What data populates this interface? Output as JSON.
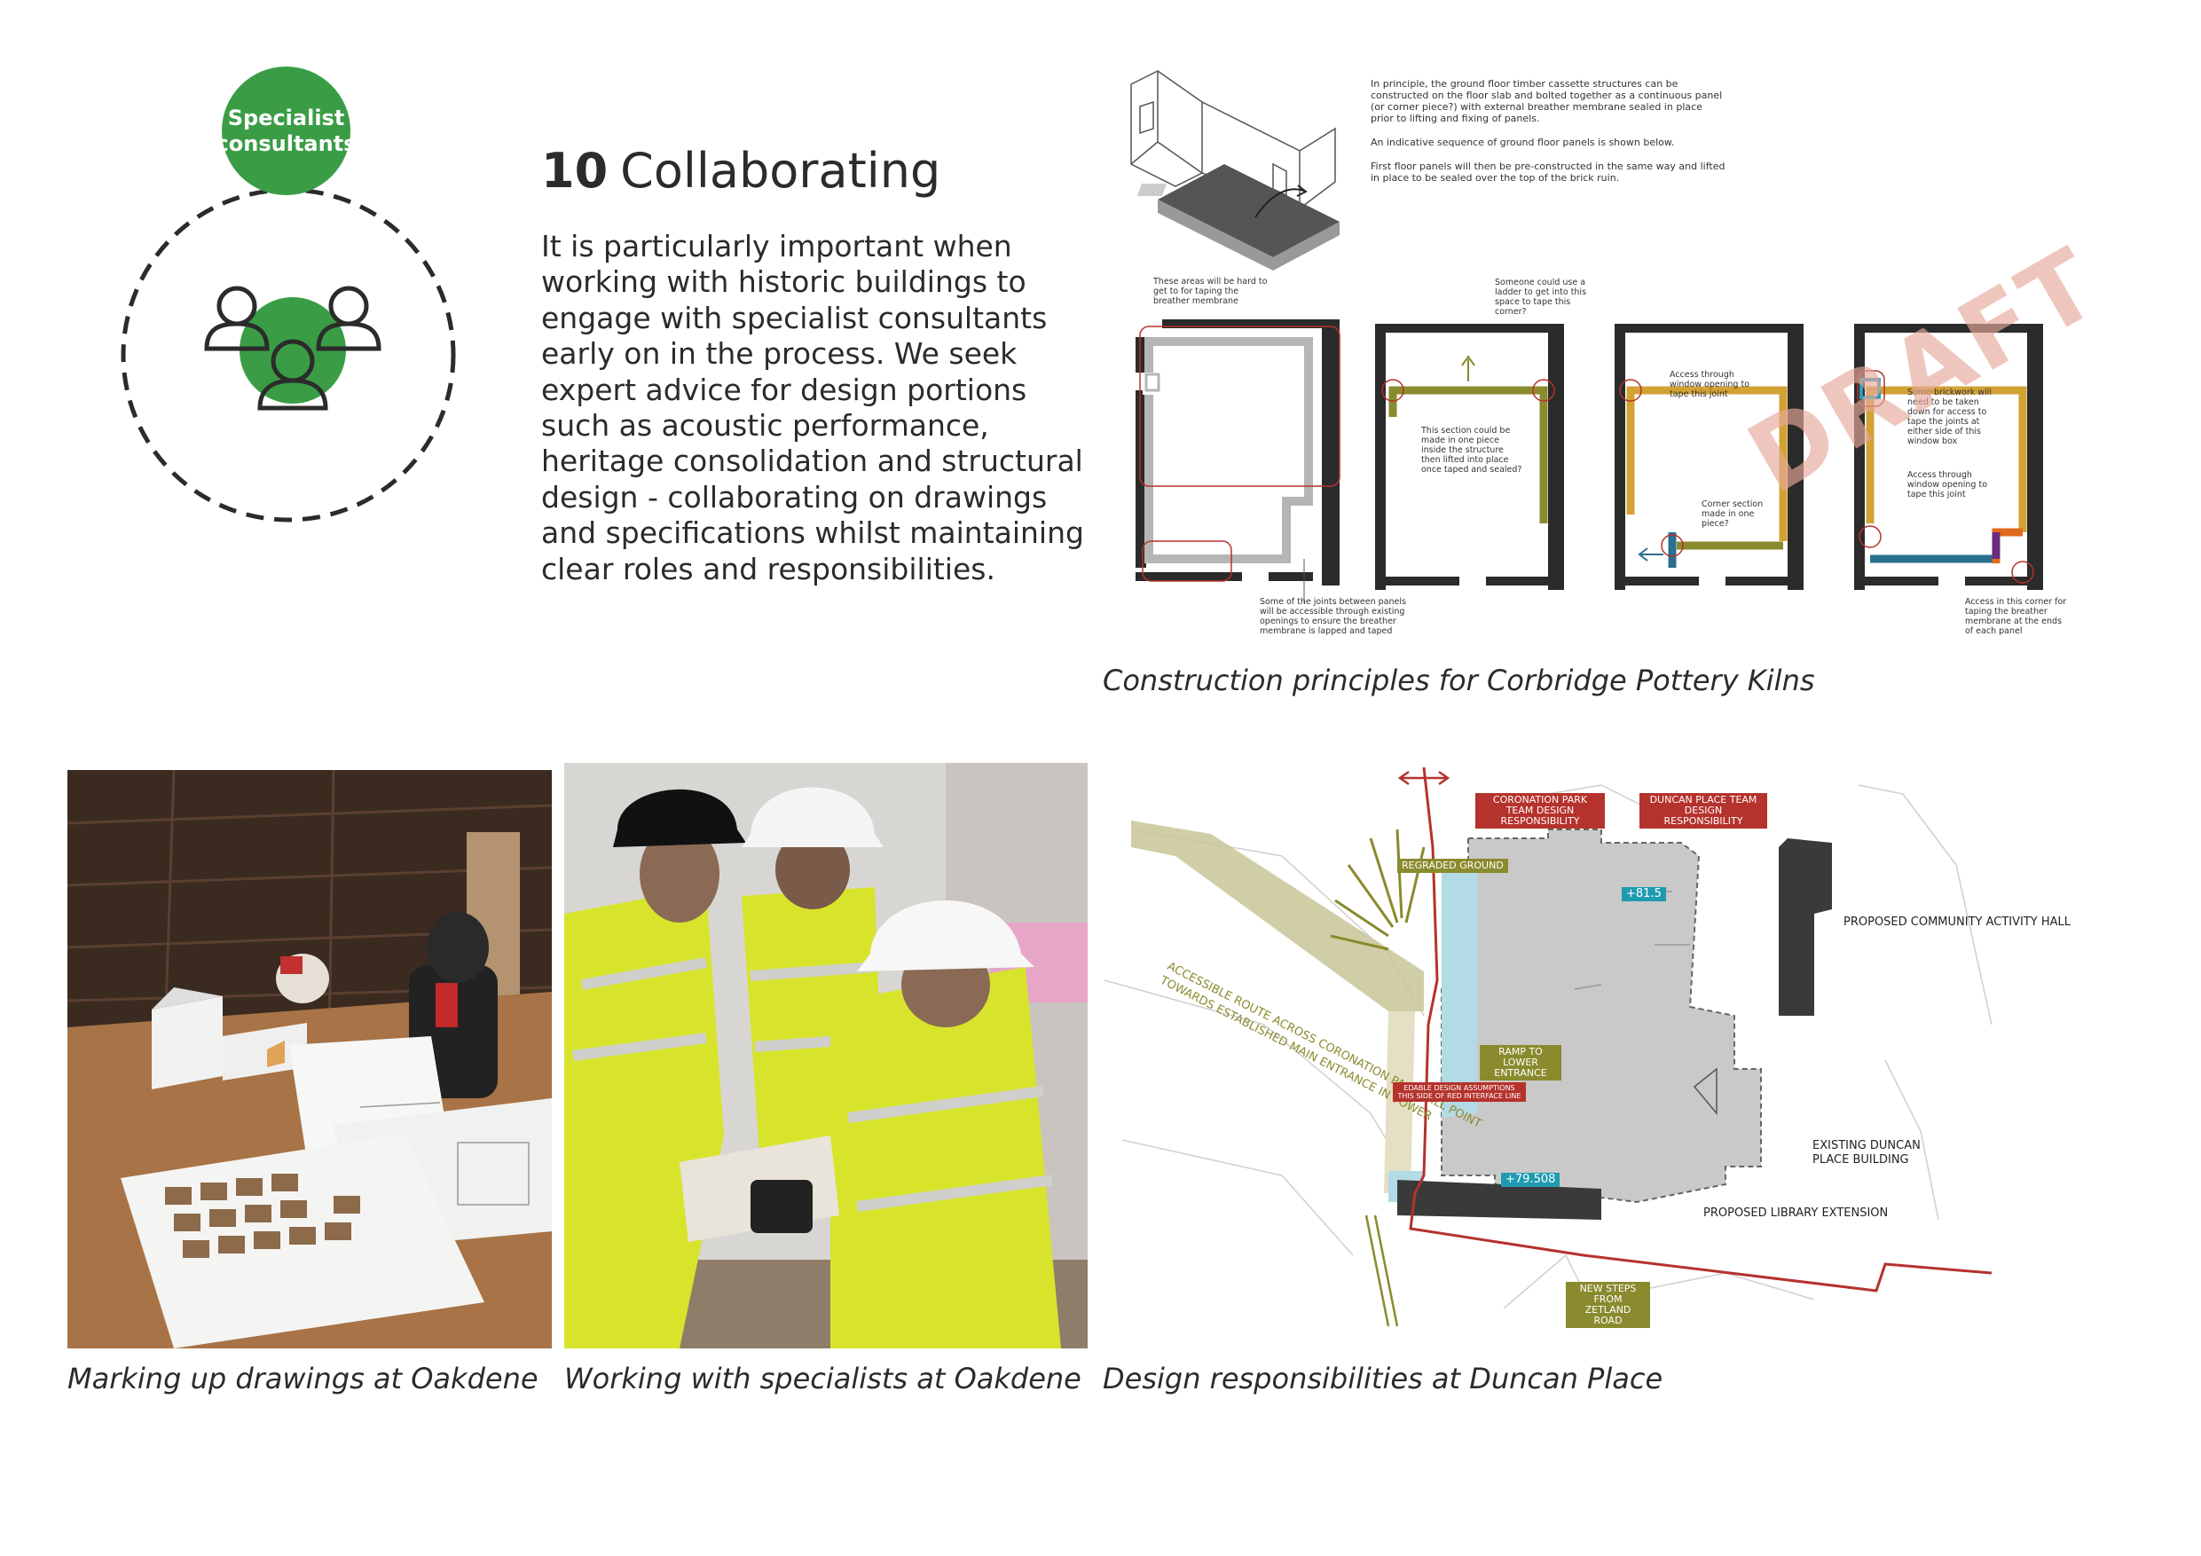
{
  "badge": {
    "line1": "Specialist",
    "line2": "consultants"
  },
  "title": {
    "number": "10",
    "text": "Collaborating"
  },
  "intro": "It is particularly important when working with historic buildings to engage with specialist consultants early on in the process. We seek expert advice for design portions such as acoustic performance, heritage consolidation and structural design - collaborating on drawings and specifications whilst maintaining clear roles and responsibilities.",
  "construction": {
    "notes": [
      "In principle, the ground floor timber cassette structures can be constructed on the floor slab and bolted together as a continuous panel (or corner piece?) with external breather membrane sealed in place prior to lifting and fixing of panels.",
      "An indicative sequence of ground floor panels is shown below.",
      "First floor panels will then be pre-constructed in the same way and lifted in place to be sealed over the top of the brick ruin."
    ],
    "annotations": {
      "a1": "These areas will be hard to get to for taping the breather membrane",
      "a2": "Some of the joints between panels will be accessible through existing openings to ensure the breather membrane is lapped and taped",
      "a3": "Someone could use a ladder to get into this space to tape this corner?",
      "a4": "This section could be made in one piece inside the structure then lifted into place once taped and sealed?",
      "a5": "Access through window opening to tape this joint",
      "a6": "Corner section made in one piece?",
      "a7": "Some brickwork will need to be taken down for access to tape the joints at either side of this window box",
      "a8": "Access through window opening to tape this joint",
      "a9": "Access in this corner for taping the breather membrane at the ends of each panel"
    },
    "watermark": "DRAFT",
    "caption": "Construction principles for Corbridge Pottery Kilns"
  },
  "captions": {
    "photo1": "Marking up drawings at Oakdene",
    "photo2": "Working with specialists at Oakdene",
    "site": "Design responsibilities at Duncan Place"
  },
  "site": {
    "coronation_tag": "CORONATION PARK TEAM DESIGN RESPONSIBILITY",
    "duncan_tag": "DUNCAN PLACE TEAM DESIGN RESPONSIBILITY",
    "regraded": "REGRADED GROUND",
    "route_line1": "ACCESSIBLE ROUTE ACROSS CORONATION PARK WILL POINT",
    "route_line2": "TOWARDS ESTABLISHED MAIN ENTRANCE IN TOWER",
    "ramp": "RAMP TO LOWER ENTRANCE",
    "assumptions": "EDABLE DESIGN ASSUMPTIONS THIS SIDE OF RED INTERFACE LINE",
    "level1": "+81.5",
    "level2": "+79.508",
    "community_hall": "PROPOSED COMMUNITY ACTIVITY HALL",
    "existing": "EXISTING DUNCAN PLACE BUILDING",
    "library": "PROPOSED LIBRARY EXTENSION",
    "steps": "NEW STEPS FROM ZETLAND ROAD"
  },
  "colors": {
    "green": "#3a9d46",
    "red_line": "#b5322d",
    "olive": "#8a8a2e",
    "cyan": "#1f9bb0"
  }
}
